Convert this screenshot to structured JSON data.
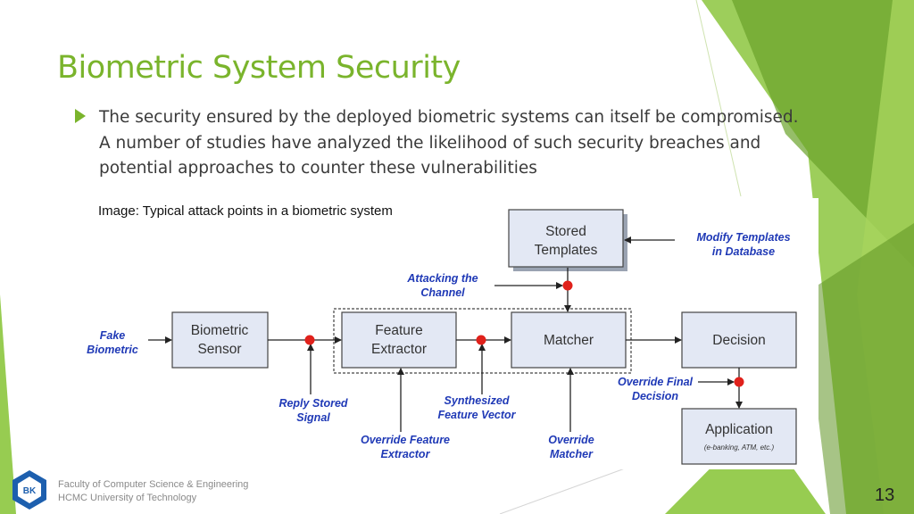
{
  "slide": {
    "title": "Biometric System Security",
    "bullet": "The security ensured by the deployed biometric systems can itself be compromised. A number of studies have analyzed the likelihood of such security breaches and potential approaches to counter these vulnerabilities",
    "caption": "Image: Typical attack points in a biometric system",
    "footer_line1": "Faculty of Computer Science & Engineering",
    "footer_line2": "HCMC University of Technology",
    "page_number": "13",
    "logo_text": "BK"
  },
  "colors": {
    "accent_green": "#7ab42c",
    "box_fill": "#e3e8f4",
    "label_blue": "#1f39b6",
    "attack_red": "#e0211b"
  },
  "diagram": {
    "boxes": {
      "stored_templates": [
        "Stored",
        "Templates"
      ],
      "biometric_sensor": [
        "Biometric",
        "Sensor"
      ],
      "feature_extractor": [
        "Feature",
        "Extractor"
      ],
      "matcher": [
        "Matcher"
      ],
      "decision": [
        "Decision"
      ],
      "application": [
        "Application"
      ],
      "application_sub": "(e-banking, ATM, etc.)"
    },
    "attacks": {
      "fake_biometric": [
        "Fake",
        "Biometric"
      ],
      "modify_templates": [
        "Modify Templates",
        "in Database"
      ],
      "attacking_channel": [
        "Attacking the",
        "Channel"
      ],
      "reply_stored_signal": [
        "Reply Stored",
        "Signal"
      ],
      "synthesized_feature_vector": [
        "Synthesized",
        "Feature Vector"
      ],
      "override_feature_extractor": [
        "Override Feature",
        "Extractor"
      ],
      "override_matcher": [
        "Override",
        "Matcher"
      ],
      "override_final_decision": [
        "Override Final",
        "Decision"
      ]
    }
  }
}
